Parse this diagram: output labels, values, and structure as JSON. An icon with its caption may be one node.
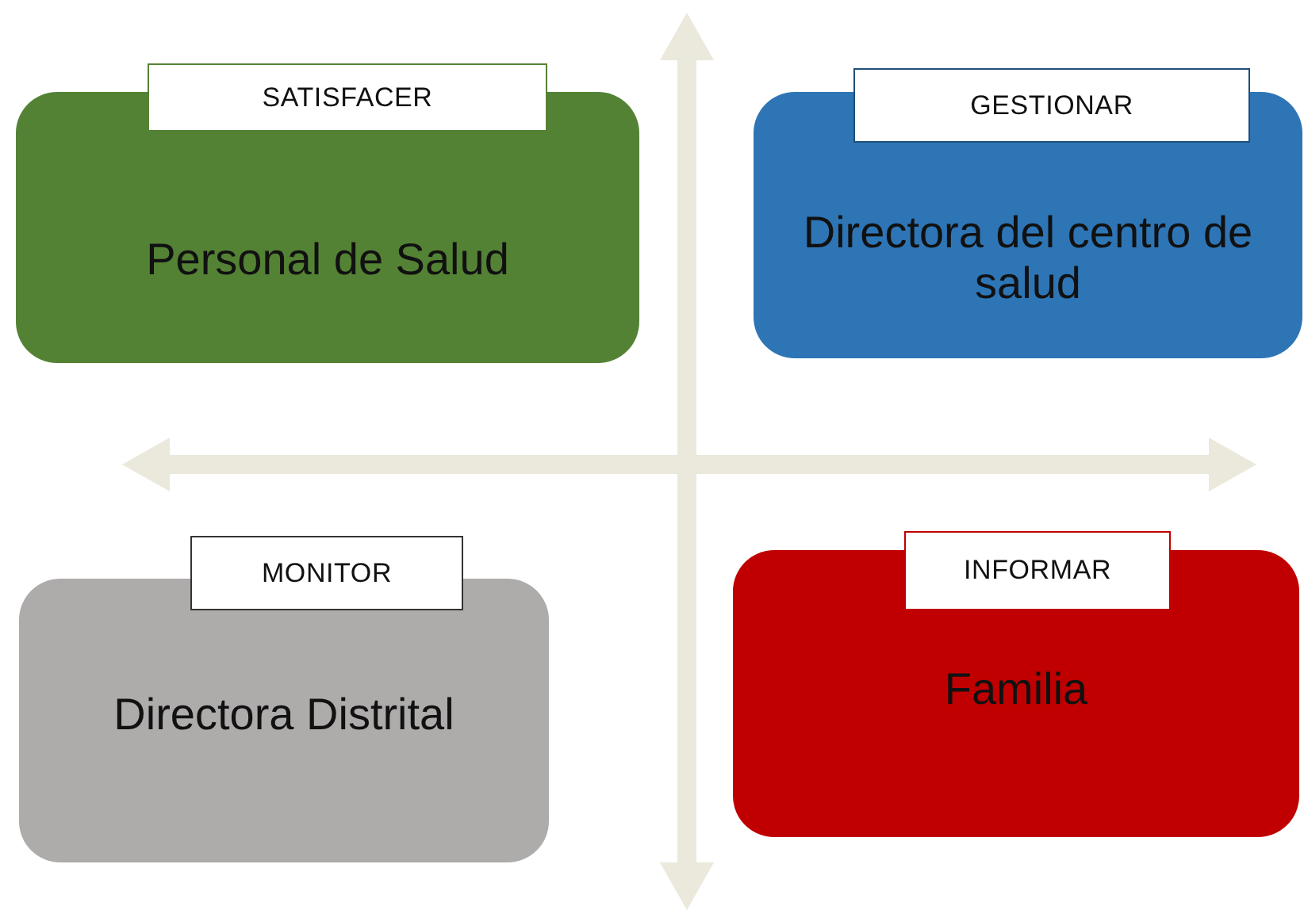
{
  "diagram": {
    "nodes": [
      {
        "text": [
          "SATISFACER",
          "Personal de Salud"
        ]
      },
      {
        "text": [
          "GESTIONAR",
          "Directora del centro de salud"
        ]
      },
      {
        "text": [
          "MONITOR",
          "Directora Distrital"
        ]
      },
      {
        "text": [
          "INFORMAR",
          "Familia"
        ]
      }
    ]
  }
}
